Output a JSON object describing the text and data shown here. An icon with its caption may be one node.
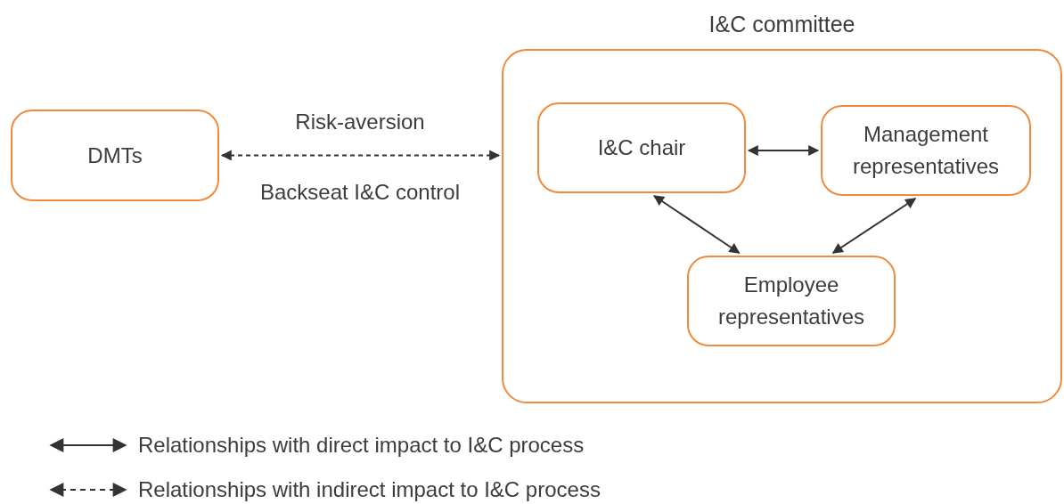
{
  "diagram": {
    "nodes": [
      {
        "text": [
          "I&C committee"
        ]
      },
      {
        "text": [
          "DMTs"
        ]
      },
      {
        "text": [
          "I&C chair"
        ],
        "in": 0
      },
      {
        "text": [
          "Management representatives"
        ],
        "in": 0
      },
      {
        "text": [
          "Employee representatives"
        ],
        "in": 0
      }
    ],
    "edges": [
      {
        "from": 1,
        "to": 0,
        "arrow": "both",
        "style": "dashed",
        "label": "Risk-aversion"
      },
      {
        "from": 2,
        "to": 3,
        "arrow": "both"
      },
      {
        "from": 2,
        "to": 4,
        "arrow": "both"
      },
      {
        "from": 3,
        "to": 4,
        "arrow": "both"
      }
    ],
    "labels": [
      "Backseat I&C control"
    ],
    "legend": [
      {
        "text": "Relationships with direct impact to I&C process"
      },
      {
        "text": "Relationships with indirect impact to I&C process"
      }
    ]
  }
}
